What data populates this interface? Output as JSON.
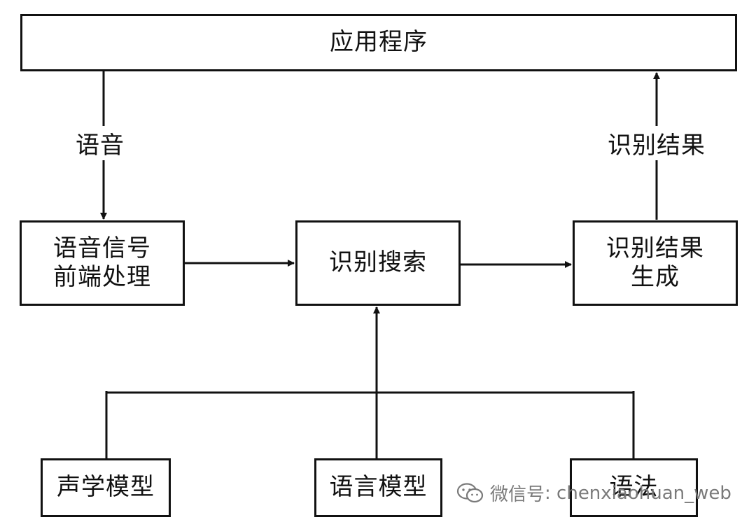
{
  "nodes": {
    "application": "应用程序",
    "frontend_line1": "语音信号",
    "frontend_line2": "前端处理",
    "search": "识别搜索",
    "result_gen_line1": "识别结果",
    "result_gen_line2": "生成",
    "acoustic_model": "声学模型",
    "language_model": "语言模型",
    "grammar": "语法"
  },
  "edge_labels": {
    "speech": "语音",
    "recognition_result": "识别结果"
  },
  "watermark": {
    "icon": "wechat-icon",
    "prefix": "微信号",
    "account": ": chenxiaohuan_web"
  },
  "colors": {
    "stroke": "#111111",
    "background": "#ffffff",
    "watermark": "#7a7a7a"
  }
}
